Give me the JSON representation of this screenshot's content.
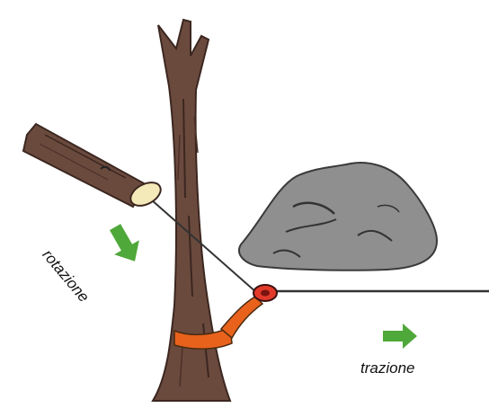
{
  "labels": {
    "rotation": "rotazione",
    "traction": "trazione"
  },
  "colors": {
    "bark": "#6b4a3e",
    "bark_dark": "#3b2720",
    "cut_face": "#f4e9b8",
    "rock": "#8f8f8f",
    "strap": "#e8621c",
    "pulley": "#e23a2a",
    "arrow": "#4fa83a",
    "line": "#333333"
  },
  "icons": [
    "tree-trunk",
    "cut-log",
    "rock",
    "strap",
    "pulley",
    "rotation-arrow",
    "traction-arrow"
  ]
}
